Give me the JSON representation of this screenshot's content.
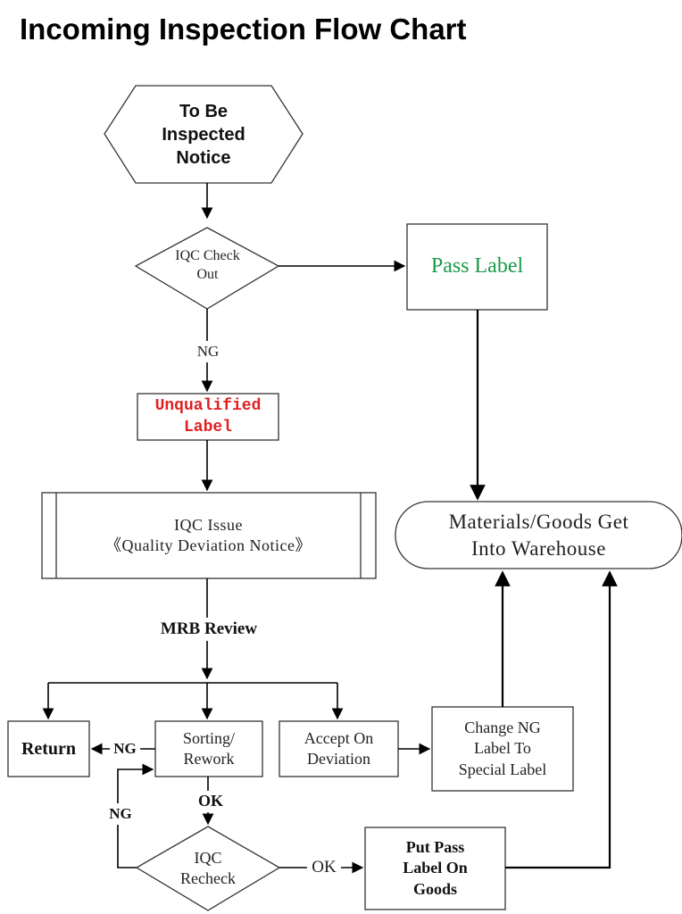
{
  "title": "Incoming Inspection Flow Chart",
  "colors": {
    "pass_label": "#1a9a4a",
    "unqualified_label": "#e02020"
  },
  "nodes": {
    "notice": "To Be\nInspected\nNotice",
    "iqc_check": "IQC Check\nOut",
    "pass_label": "Pass Label",
    "unqualified": "Unqualified\nLabel",
    "iqc_issue": "IQC Issue\n《Quality Deviation Notice》",
    "warehouse": "Materials/Goods Get\nInto Warehouse",
    "return": "Return",
    "sorting": "Sorting/\nRework",
    "accept": "Accept On\nDeviation",
    "change_label": "Change NG\nLabel To\nSpecial Label",
    "recheck": "IQC\nRecheck",
    "put_pass": "Put Pass\nLabel On\nGoods"
  },
  "edges": {
    "ng_check": "NG",
    "mrb_review": "MRB Review",
    "ng_return": "NG",
    "ok_sorting": "OK",
    "ng_recheck": "NG",
    "ok_recheck": "OK"
  }
}
